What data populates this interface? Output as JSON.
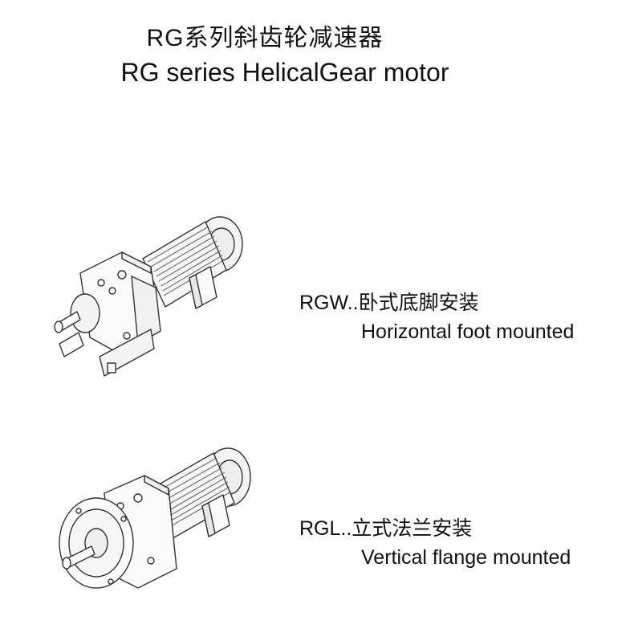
{
  "title": {
    "cn": "RG系列斜齿轮减速器",
    "en": "RG series HelicalGear motor"
  },
  "variants": [
    {
      "code_cn": "RGW..卧式底脚安装",
      "desc_en": "Horizontal foot mounted",
      "image": "foot-mounted-gear-motor"
    },
    {
      "code_cn": "RGL..立式法兰安装",
      "desc_en": "Vertical flange mounted",
      "image": "flange-mounted-gear-motor"
    }
  ]
}
